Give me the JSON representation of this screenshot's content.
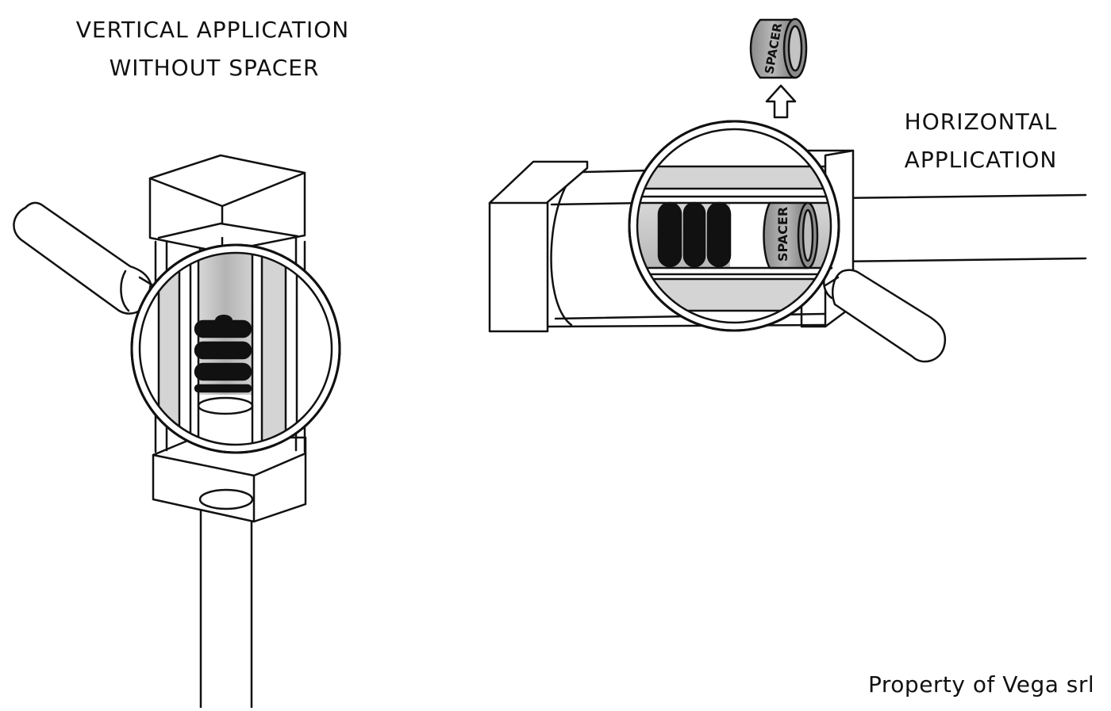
{
  "vertical_caption": {
    "line1": "VERTICAL APPLICATION",
    "line2": "WITHOUT SPACER"
  },
  "horizontal_caption": {
    "line1": "HORIZONTAL",
    "line2": "APPLICATION"
  },
  "spacer_label": "SPACER",
  "copyright": "Property of Vega srl",
  "colors": {
    "ink": "#111111",
    "shade_light": "#d9d9d9",
    "shade_mid": "#a8a8a8",
    "shade_dark": "#6e6e6e",
    "paper": "#ffffff"
  }
}
